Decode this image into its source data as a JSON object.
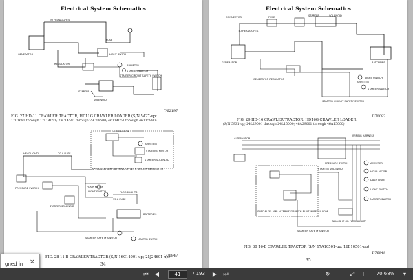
{
  "left_page": {
    "title": "Electrical System Schematics",
    "fig27_caption": "FIG. 27 HD-11 CRAWLER TRACTOR, HD11G CRAWLER LOADER (S/N 5427-up;",
    "fig27_caption2": "17L1691 through 17L14051; 29C14591 through 29C16500; 46T14051 through 46T15880)",
    "fig27_tnum": "T-62197",
    "fig27_labels": [
      "TO HEADLIGHTS",
      "FUSE",
      "GENERATOR",
      "LIGHT SWITCH",
      "REGULATOR",
      "AMMETER",
      "STARTER SWITCH",
      "STARTER CIRCUIT SAFETY SWITCH",
      "STARTER",
      "SOLENOID"
    ],
    "fig28_caption": "FIG. 28 11-B CRAWLER TRACTOR (S/N 16C14001-up; 25J24601-up)",
    "fig28_tnum": "T-76847",
    "fig28_labels": [
      "ALTERNATOR",
      "AMMETER",
      "STARTING MOTOR",
      "STARTER SOLENOID",
      "HEADLIGHTS",
      "20 A FUSE",
      "PRESSURE SWITCH",
      "HOUR METER",
      "LIGHT SWITCH",
      "FLOODLIGHTS",
      "35 A FUSE",
      "STARTER SOLENOID",
      "BATTERIES",
      "STARTER SAFETY SWITCH",
      "MASTER SWITCH",
      "SPECIAL 35 AMP ALTERNATOR WITH BUILT-IN REGULATOR"
    ],
    "page_number": "34"
  },
  "right_page": {
    "title": "Electrical System Schematics",
    "fig29_caption": "FIG. 29 HD-16 CRAWLER TRACTOR, HD16G CRAWLER LOADER",
    "fig29_caption2": "(S/N 5931-up; 24L29001 through 24L15000; 46A29001 through 46A15000)",
    "fig29_tnum": "T-70083",
    "fig29_labels": [
      "CONNECTOR",
      "FUSE",
      "STARTER",
      "SOLENOID",
      "TO HEADLIGHTS",
      "GENERATOR",
      "BATTERIES",
      "GENERATOR REGULATOR",
      "LIGHT SWITCH",
      "AMMETER",
      "STARTER SWITCH",
      "STARTER CIRCUIT SAFETY SWITCH"
    ],
    "fig30_caption": "FIG. 30 16-B CRAWLER TRACTOR (S/N 17A10501-up; 16E10501-up)",
    "fig30_tnum": "T-76848",
    "fig30_labels": [
      "ALTERNATOR",
      "WIRING HARNESS",
      "PRESSURE SWITCH",
      "STARTER SOLENOID",
      "AMMETER",
      "HOUR METER",
      "DASH LIGHT",
      "LIGHT SWITCH",
      "MASTER SWITCH",
      "TAILLIGHT OR FLOODLIGHT",
      "STARTER SAFETY SWITCH",
      "SPECIAL 35 AMP ALTERNATOR WITH BUILT-IN REGULATOR"
    ],
    "page_number": "35"
  },
  "toolbar": {
    "current_page": "41",
    "total_pages": "/ 193",
    "zoom": "70.68%"
  },
  "notification": {
    "text": "gned in",
    "close": "×"
  }
}
